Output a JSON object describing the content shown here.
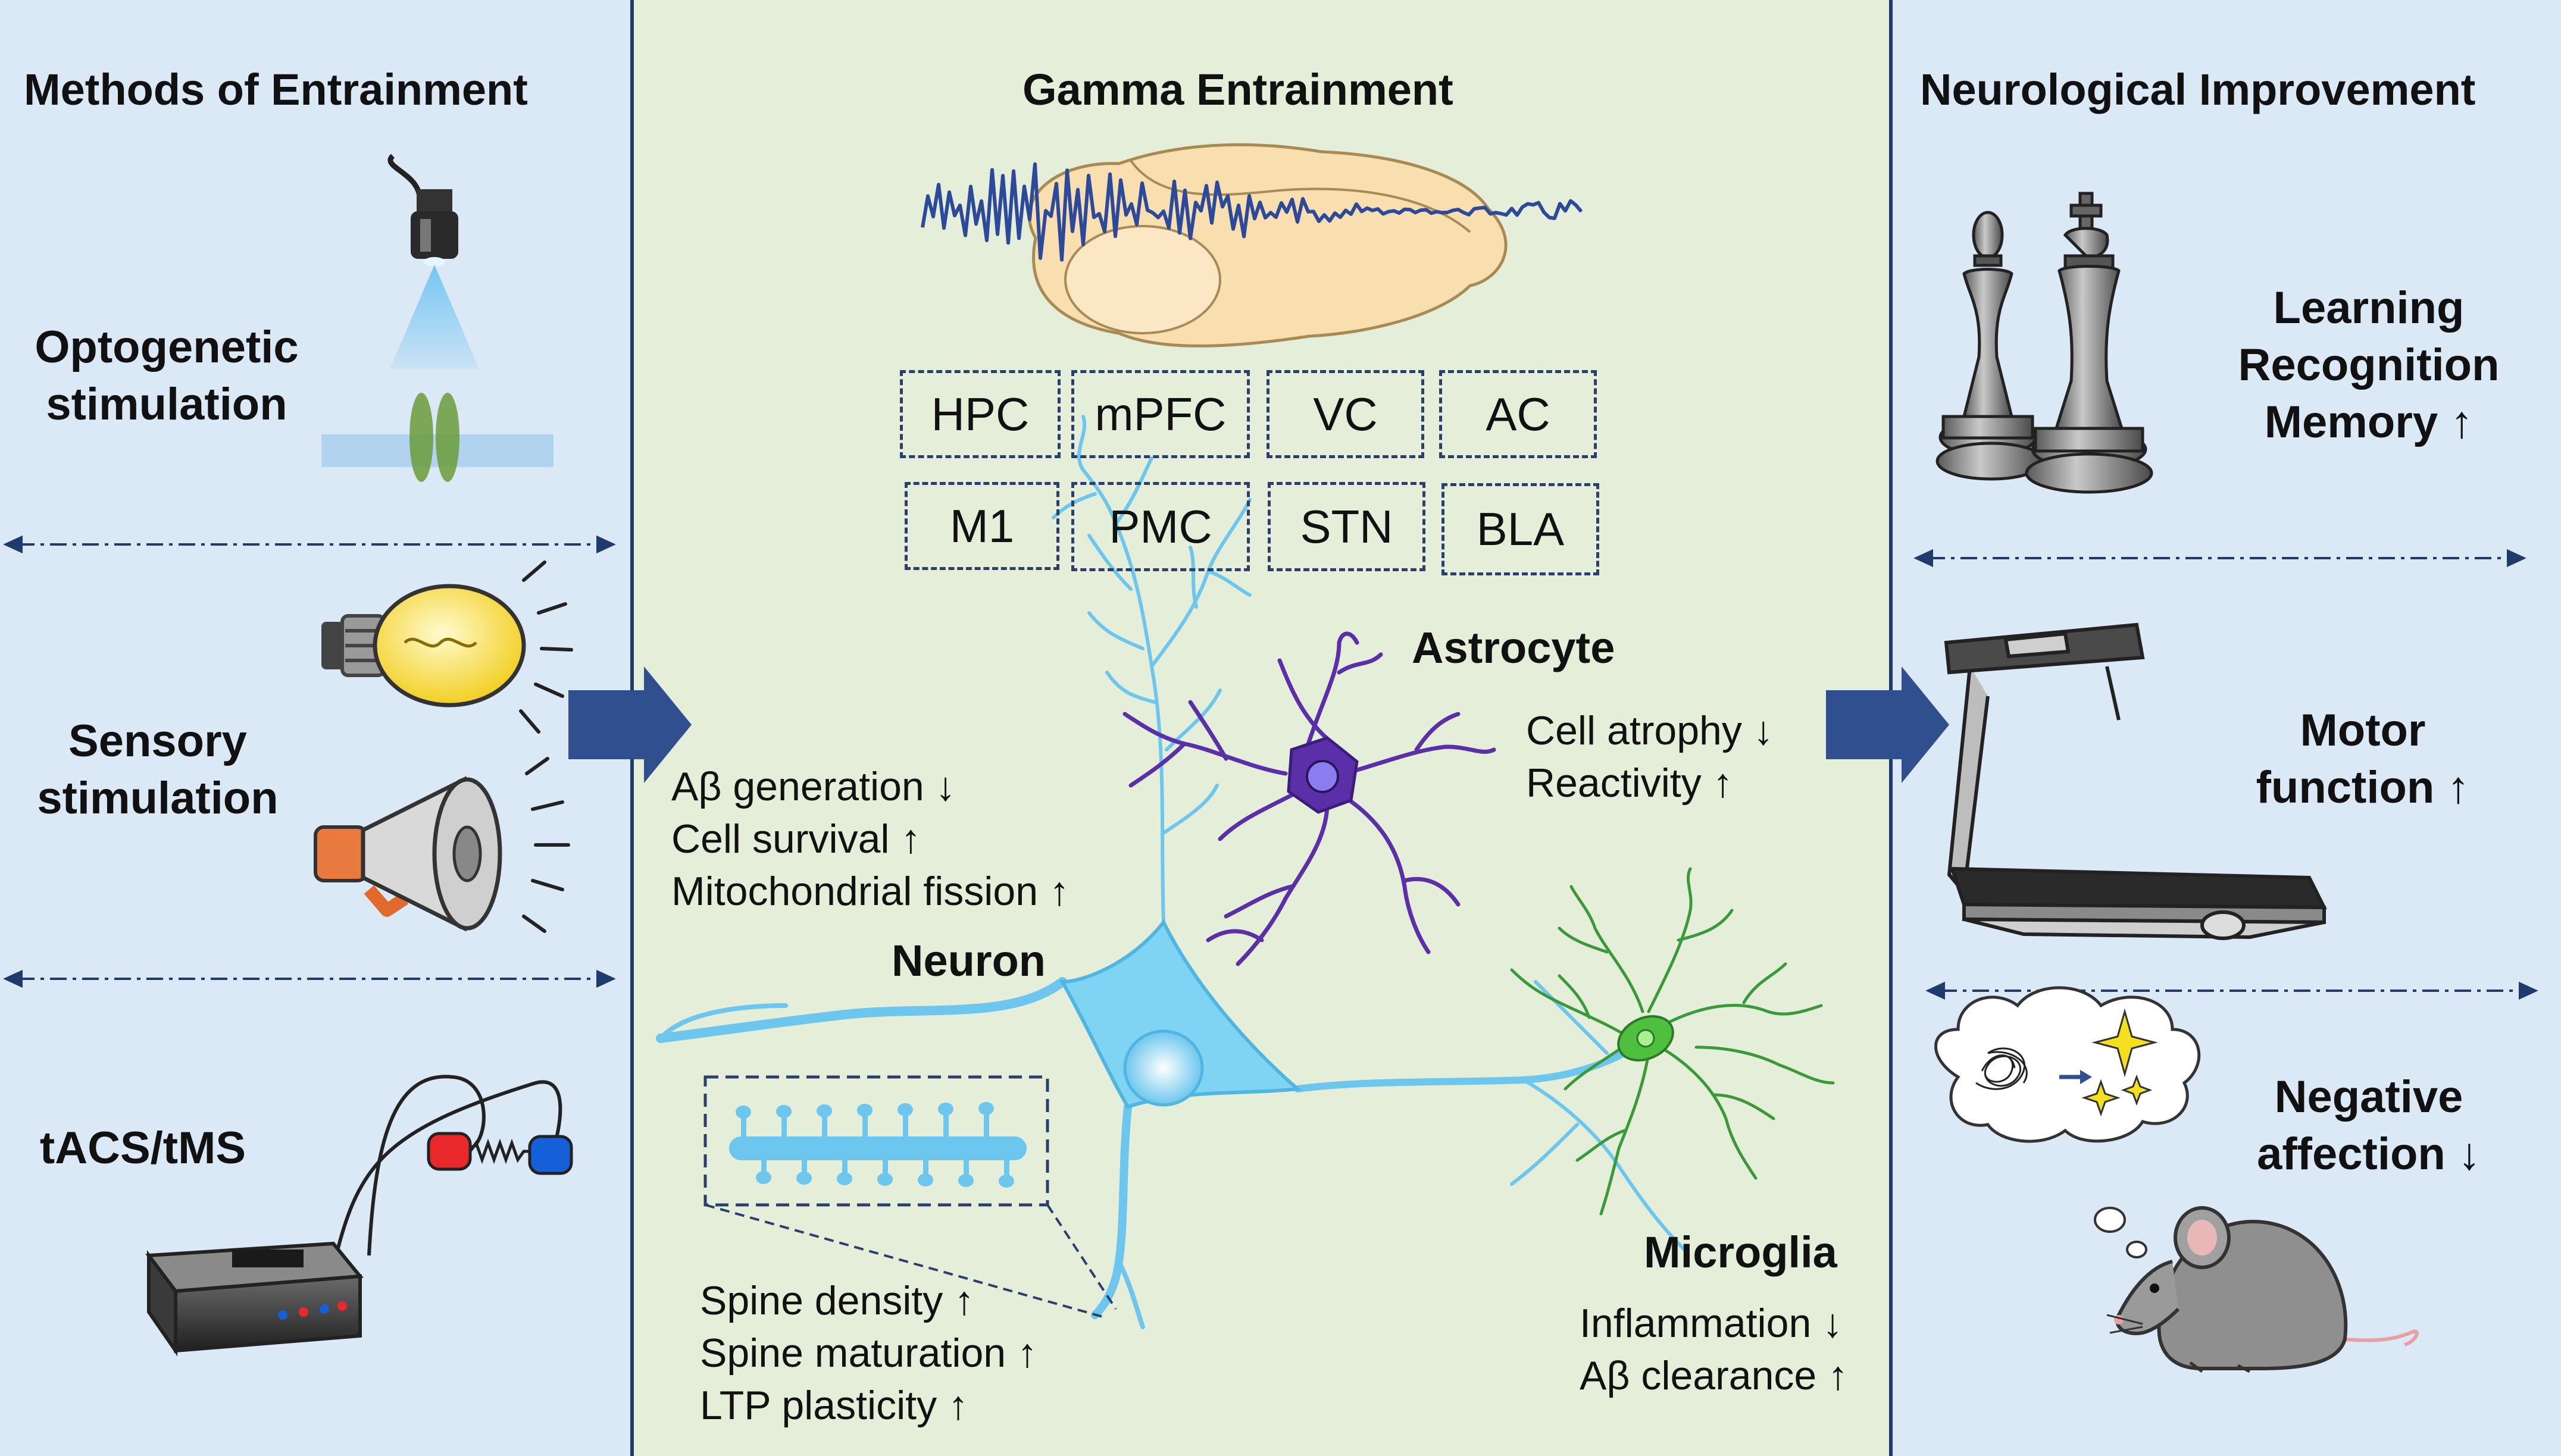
{
  "colors": {
    "side_panel_bg": "#dbe8f5",
    "center_panel_bg": "#e4eed8",
    "divider": "#1f3b6e",
    "arrow": "#2f4f8f",
    "neuron": "#7fd4f4",
    "astrocyte": "#5b2fa8",
    "microglia": "#3a9a3a",
    "brain": "#f9dfb0",
    "wave": "#2d4a9a"
  },
  "left_panel": {
    "title": "Methods of Entrainment",
    "methods": [
      {
        "label_lines": [
          "Optogenetic",
          "stimulation"
        ],
        "icon": "optogenetic-light-icon"
      },
      {
        "label_lines": [
          "Sensory",
          "stimulation"
        ],
        "icon": "light-bulb-and-megaphone-icon"
      },
      {
        "label_lines": [
          "tACS/tMS"
        ],
        "icon": "stimulator-device-icon"
      }
    ]
  },
  "center_panel": {
    "title": "Gamma Entrainment",
    "brain_regions": [
      "HPC",
      "mPFC",
      "VC",
      "AC",
      "M1",
      "PMC",
      "STN",
      "BLA"
    ],
    "neuron": {
      "label": "Neuron",
      "effects_top": [
        "Aβ generation ↓",
        "Cell survival ↑",
        "Mitochondrial fission ↑"
      ],
      "effects_bottom": [
        "Spine density ↑",
        "Spine maturation ↑",
        "LTP plasticity ↑"
      ]
    },
    "astrocyte": {
      "label": "Astrocyte",
      "effects": [
        "Cell atrophy ↓",
        "Reactivity ↑"
      ]
    },
    "microglia": {
      "label": "Microglia",
      "effects": [
        "Inflammation ↓",
        "Aβ clearance ↑"
      ]
    }
  },
  "right_panel": {
    "title": "Neurological Improvement",
    "outcomes": [
      {
        "label_lines": [
          "Learning",
          "Recognition",
          "Memory ↑"
        ],
        "icon": "chess-pieces-icon"
      },
      {
        "label_lines": [
          "Motor",
          "function ↑"
        ],
        "icon": "treadmill-icon"
      },
      {
        "label_lines": [
          "Negative",
          "affection ↓"
        ],
        "icon": "mouse-thought-icon"
      }
    ]
  }
}
